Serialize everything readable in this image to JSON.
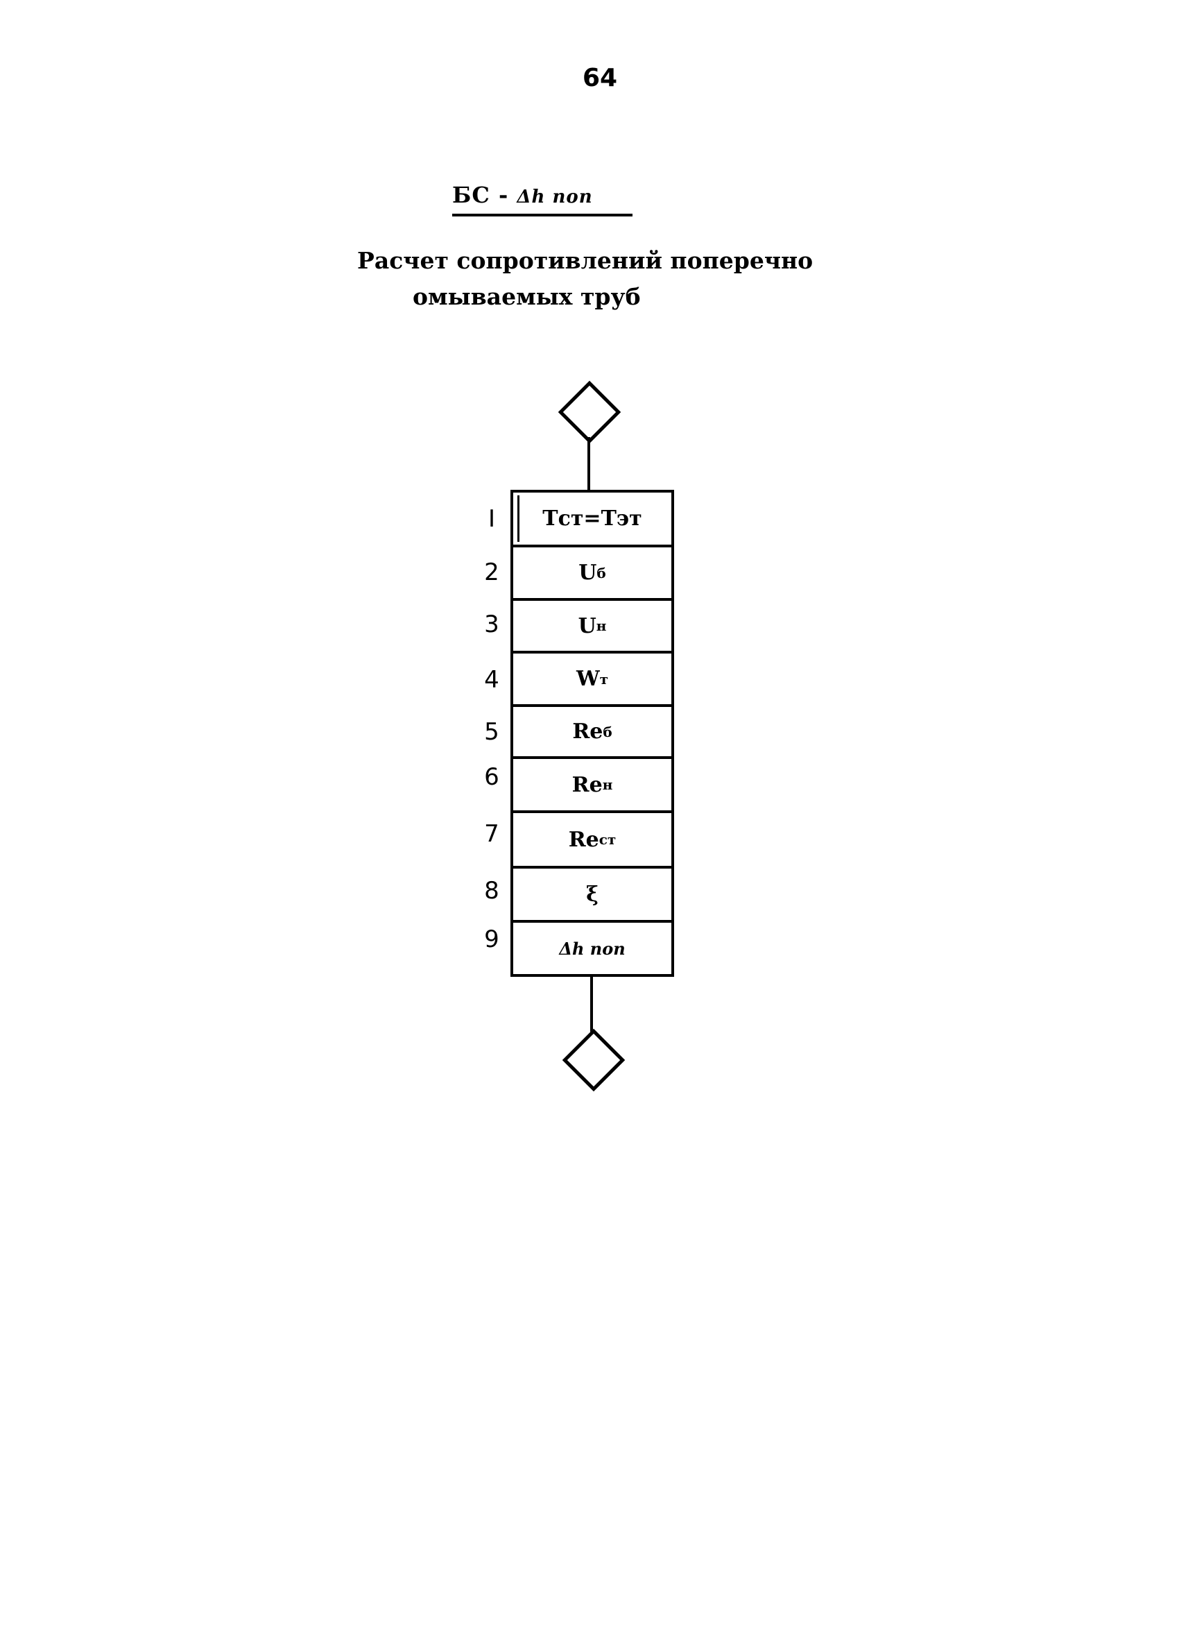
{
  "page": {
    "number": "64"
  },
  "header": {
    "block_code": "БС -",
    "block_code_symbol": "Δh поп",
    "title_line1": "Расчет сопротивлений поперечно",
    "title_line2": "омываемых труб"
  },
  "flowchart": {
    "entry_symbol": "diamond",
    "exit_symbol": "diamond",
    "steps": [
      {
        "num": "I",
        "label": "Тст=Тэт",
        "sub": ""
      },
      {
        "num": "2",
        "label": "U",
        "sub": "б"
      },
      {
        "num": "3",
        "label": "U",
        "sub": "н"
      },
      {
        "num": "4",
        "label": "W",
        "sub": "т"
      },
      {
        "num": "5",
        "label": "Re",
        "sub": "б"
      },
      {
        "num": "6",
        "label": "Re",
        "sub": "н"
      },
      {
        "num": "7",
        "label": "Re",
        "sub": "ст"
      },
      {
        "num": "8",
        "label": "ξ",
        "sub": ""
      },
      {
        "num": "9",
        "label": "Δh поп",
        "sub": ""
      }
    ]
  }
}
